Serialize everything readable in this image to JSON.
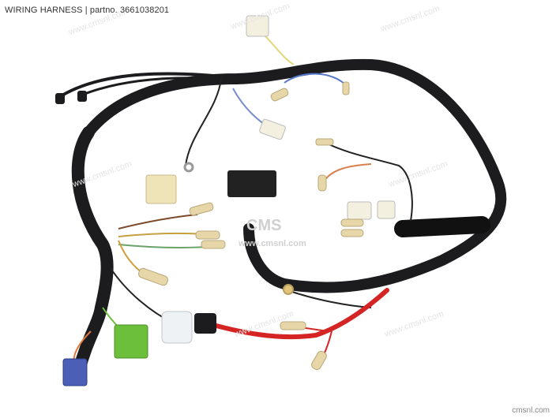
{
  "caption": {
    "title": "WIRING HARNESS",
    "separator": "|",
    "partno_label": "partno.",
    "partno_value": "3661038201"
  },
  "watermark": {
    "logo": "CMS",
    "url": "www.cmsnl.com",
    "tile": "www.cmsnl.com"
  },
  "footer": {
    "site": "cmsnl.com"
  },
  "colors": {
    "harness": "#1c1c1e",
    "red_wire": "#d42424",
    "green_connector": "#6cbf3a",
    "blue_connector": "#4a5fb5",
    "cream_connector": "#efe3b8"
  }
}
